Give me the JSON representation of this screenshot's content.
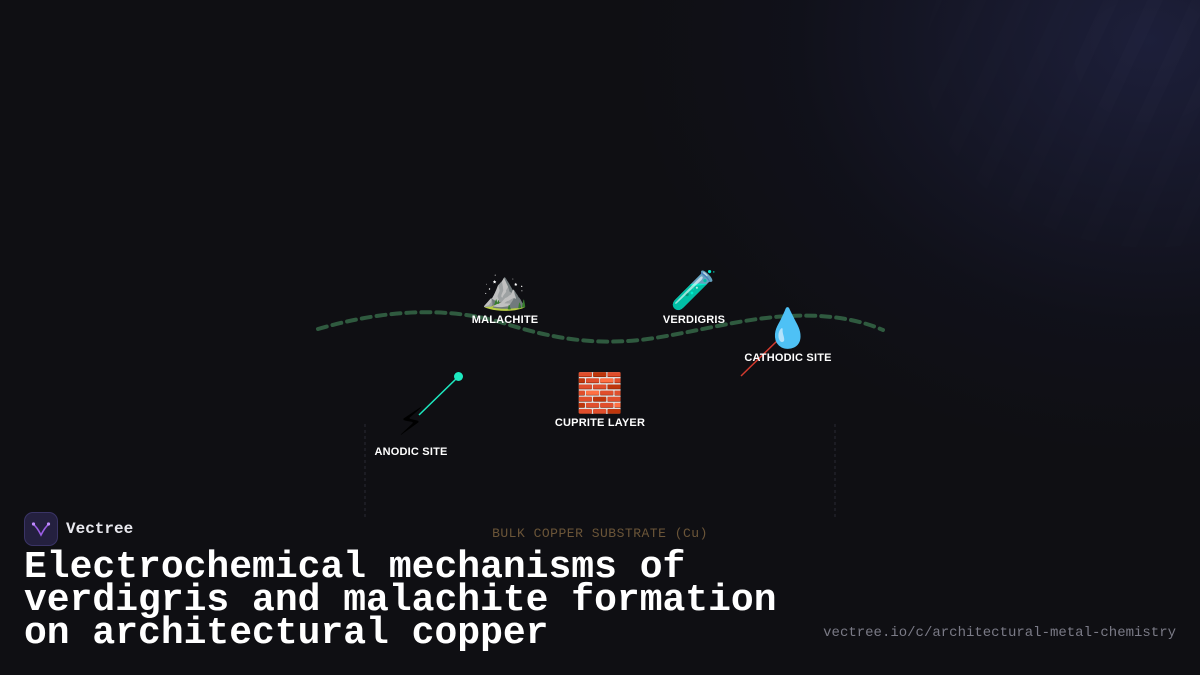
{
  "brand": {
    "name": "Vectree",
    "logo_icon": "vectree-logo-icon"
  },
  "title": "Electrochemical mechanisms of verdigris and malachite formation on architectural copper",
  "url": "vectree.io/c/architectural-metal-chemistry",
  "diagram": {
    "nodes": {
      "malachite": {
        "label": "MALACHITE",
        "icon": "mountain-icon",
        "glyph": "⛰️"
      },
      "verdigris": {
        "label": "VERDIGRIS",
        "icon": "test-tube-icon",
        "glyph": "🧪"
      },
      "cathodic": {
        "label": "CATHODIC SITE",
        "icon": "droplet-icon",
        "glyph": "💧"
      },
      "cuprite": {
        "label": "CUPRITE LAYER",
        "icon": "brick-icon",
        "glyph": "🧱"
      },
      "anodic": {
        "label": "ANODIC SITE",
        "icon": "lightning-icon",
        "glyph": "⚡"
      }
    },
    "substrate_label": "BULK COPPER SUBSTRATE (Cu)"
  },
  "colors": {
    "background": "#0f0f13",
    "surface_line": "#2f5a3f",
    "anodic_line": "#1de9c0",
    "cathodic_line": "#d23a2e",
    "substrate_text": "#6b5538",
    "logo_accent": "#9b5de5"
  }
}
